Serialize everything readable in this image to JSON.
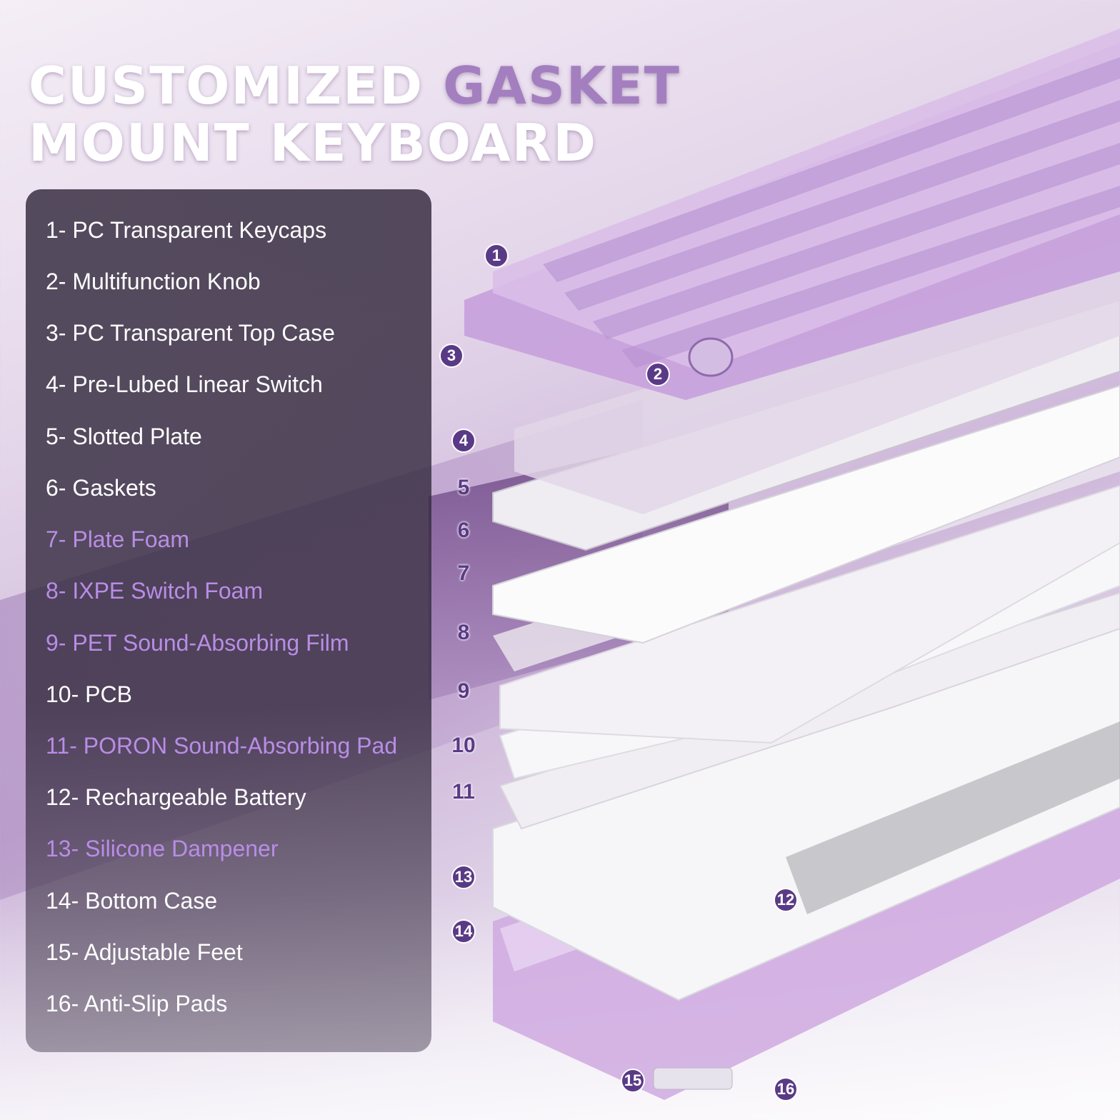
{
  "headline": {
    "line1_prefix": "CUSTOMIZED",
    "line1_accent": "GASKET",
    "line2": "MOUNT KEYBOARD"
  },
  "legend": [
    {
      "text": "1- PC Transparent Keycaps",
      "highlight": false
    },
    {
      "text": "2- Multifunction Knob",
      "highlight": false
    },
    {
      "text": "3- PC Transparent Top Case",
      "highlight": false
    },
    {
      "text": "4- Pre-Lubed Linear Switch",
      "highlight": false
    },
    {
      "text": "5- Slotted Plate",
      "highlight": false
    },
    {
      "text": "6- Gaskets",
      "highlight": false
    },
    {
      "text": "7- Plate Foam",
      "highlight": true
    },
    {
      "text": "8- IXPE Switch Foam",
      "highlight": true
    },
    {
      "text": "9- PET Sound-Absorbing Film",
      "highlight": true
    },
    {
      "text": "10- PCB",
      "highlight": false
    },
    {
      "text": "11- PORON Sound-Absorbing Pad",
      "highlight": true
    },
    {
      "text": "12- Rechargeable Battery",
      "highlight": false
    },
    {
      "text": "13- Silicone Dampener",
      "highlight": true
    },
    {
      "text": "14- Bottom Case",
      "highlight": false
    },
    {
      "text": "15- Adjustable Feet",
      "highlight": false
    },
    {
      "text": "16- Anti-Slip Pads",
      "highlight": false
    }
  ],
  "markers": [
    "1",
    "2",
    "3",
    "4",
    "5",
    "6",
    "7",
    "8",
    "9",
    "10",
    "11",
    "12",
    "13",
    "14",
    "15",
    "16"
  ],
  "colors": {
    "accent": "#a37fc0",
    "highlight_text": "#b98de6",
    "marker": "#5a3a86",
    "case_purple": "#c9a6dc"
  }
}
